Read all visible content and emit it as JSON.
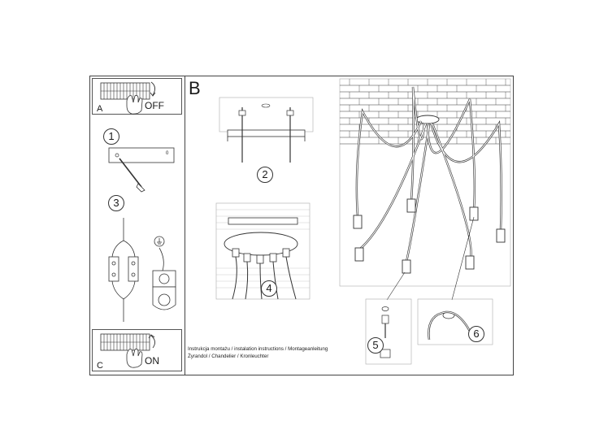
{
  "sections": {
    "b_label": "B",
    "a_label": "A",
    "c_label": "C"
  },
  "switch_off": {
    "label": "OFF"
  },
  "switch_on": {
    "label": "ON"
  },
  "steps": {
    "s1": "1",
    "s2": "2",
    "s3": "3",
    "s4": "4",
    "s5": "5",
    "s6": "6"
  },
  "plate_mark": "0",
  "footer": {
    "line1": "Instrukcja montażu / instalation instructions / Montageanleitung",
    "line2": "Żyrandol / Chandelier / Kronleuchter"
  },
  "icons": {
    "ground": "ground-symbol-icon",
    "hand": "hand-icon",
    "rotate": "rotate-arrow-icon"
  }
}
